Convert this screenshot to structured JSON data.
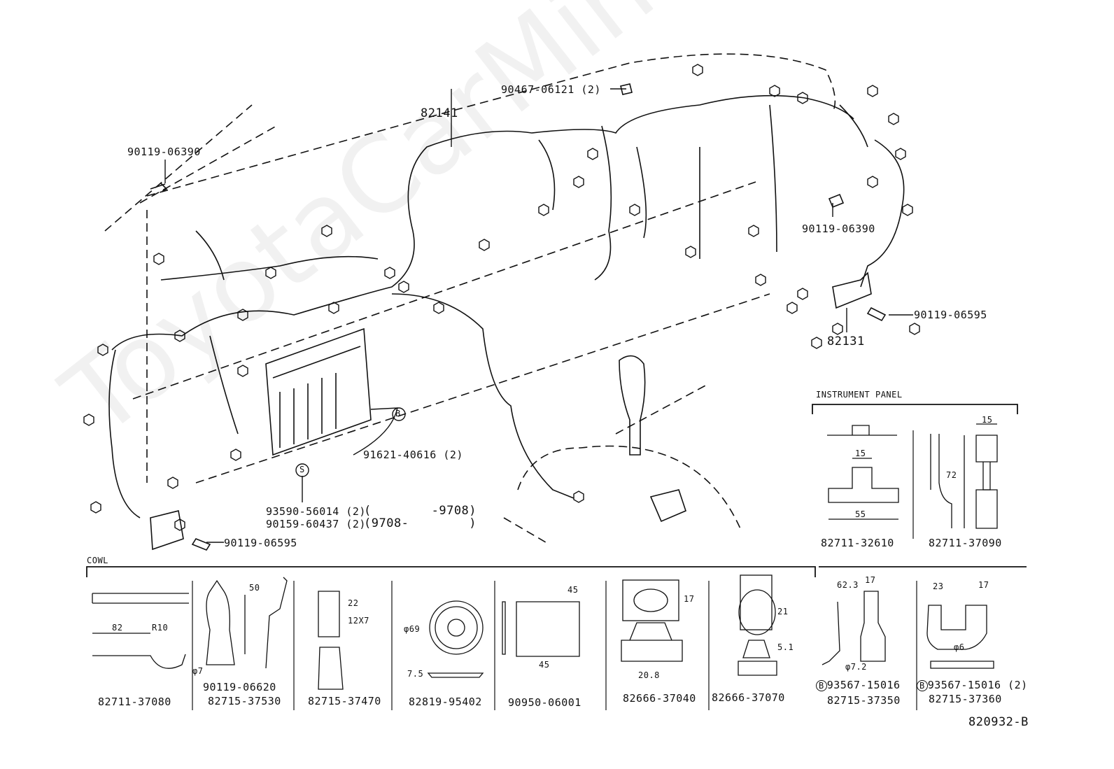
{
  "watermark": "ToyotaCarMine.ru",
  "main_diagram": {
    "labels": {
      "harness_main": "82141",
      "nut_top": "90467-06121 (2)",
      "bolt_left_top": "90119-06390",
      "bolt_right": "90119-06390",
      "harness_right": "82131",
      "bolt_right_lower": "90119-06595",
      "bolt_left_lower": "90119-06595",
      "screw_b": "91621-40616 (2)",
      "screw_s_1": "93590-56014 (2)",
      "screw_s_1_range": "(        -9708)",
      "screw_s_2": "90159-60437 (2)",
      "screw_s_2_range": "(9708-        )",
      "marker_b": "B",
      "marker_s": "S"
    }
  },
  "instrument_panel": {
    "title": "INSTRUMENT PANEL",
    "parts": [
      {
        "number": "82711-32610",
        "dims": [
          "15",
          "55"
        ]
      },
      {
        "number": "82711-37090",
        "dims": [
          "15",
          "72"
        ]
      }
    ]
  },
  "cowl": {
    "title": "COWL",
    "parts": [
      {
        "number": "82711-37080",
        "dims": [
          "82",
          "R10"
        ]
      },
      {
        "number": "82715-37530",
        "dims": [
          "50",
          "φ7"
        ],
        "bolt": "90119-06620"
      },
      {
        "number": "82715-37470",
        "dims": [
          "22",
          "12X7"
        ]
      },
      {
        "number": "82819-95402",
        "dims": [
          "φ69",
          "7.5"
        ]
      },
      {
        "number": "90950-06001",
        "dims": [
          "45",
          "45"
        ]
      },
      {
        "number": "82666-37040",
        "dims": [
          "17",
          "20.8"
        ]
      },
      {
        "number": "82666-37070",
        "dims": [
          "21",
          "5.1"
        ]
      }
    ]
  },
  "extra_parts": [
    {
      "number": "82715-37350",
      "dims": [
        "62.3",
        "17",
        "φ7.2"
      ],
      "clip": "93567-15016",
      "marker": "B"
    },
    {
      "number": "82715-37360",
      "dims": [
        "23",
        "17",
        "φ6"
      ],
      "clip": "93567-15016 (2)",
      "marker": "B"
    }
  ],
  "figure_id": "820932-B"
}
